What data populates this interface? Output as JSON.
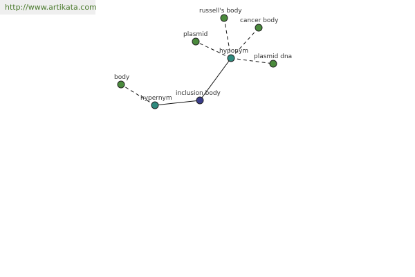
{
  "source": {
    "link_text": "http://www.artikata.com"
  },
  "colors": {
    "center_node": "#3a3d8a",
    "relation_node": "#2f8a7e",
    "leaf_node": "#4a8a3c",
    "edge": "#111111",
    "link": "#4a7a2c"
  },
  "nodes": [
    {
      "id": "inclusion-body",
      "label": "inclusion body",
      "kind": "center"
    },
    {
      "id": "hyponym",
      "label": "hyponym",
      "kind": "relation"
    },
    {
      "id": "hypernym",
      "label": "hypernym",
      "kind": "relation"
    },
    {
      "id": "russells-body",
      "label": "russell's body",
      "kind": "leaf"
    },
    {
      "id": "cancer-body",
      "label": "cancer body",
      "kind": "leaf"
    },
    {
      "id": "plasmid",
      "label": "plasmid",
      "kind": "leaf"
    },
    {
      "id": "plasmid-dna",
      "label": "plasmid dna",
      "kind": "leaf"
    },
    {
      "id": "body",
      "label": "body",
      "kind": "leaf"
    }
  ],
  "edges": [
    {
      "from": "inclusion-body",
      "to": "hyponym",
      "style": "solid"
    },
    {
      "from": "inclusion-body",
      "to": "hypernym",
      "style": "solid"
    },
    {
      "from": "hyponym",
      "to": "russells-body",
      "style": "dashed"
    },
    {
      "from": "hyponym",
      "to": "cancer-body",
      "style": "dashed"
    },
    {
      "from": "hyponym",
      "to": "plasmid",
      "style": "dashed"
    },
    {
      "from": "hyponym",
      "to": "plasmid-dna",
      "style": "dashed"
    },
    {
      "from": "hypernym",
      "to": "body",
      "style": "dashed"
    }
  ]
}
